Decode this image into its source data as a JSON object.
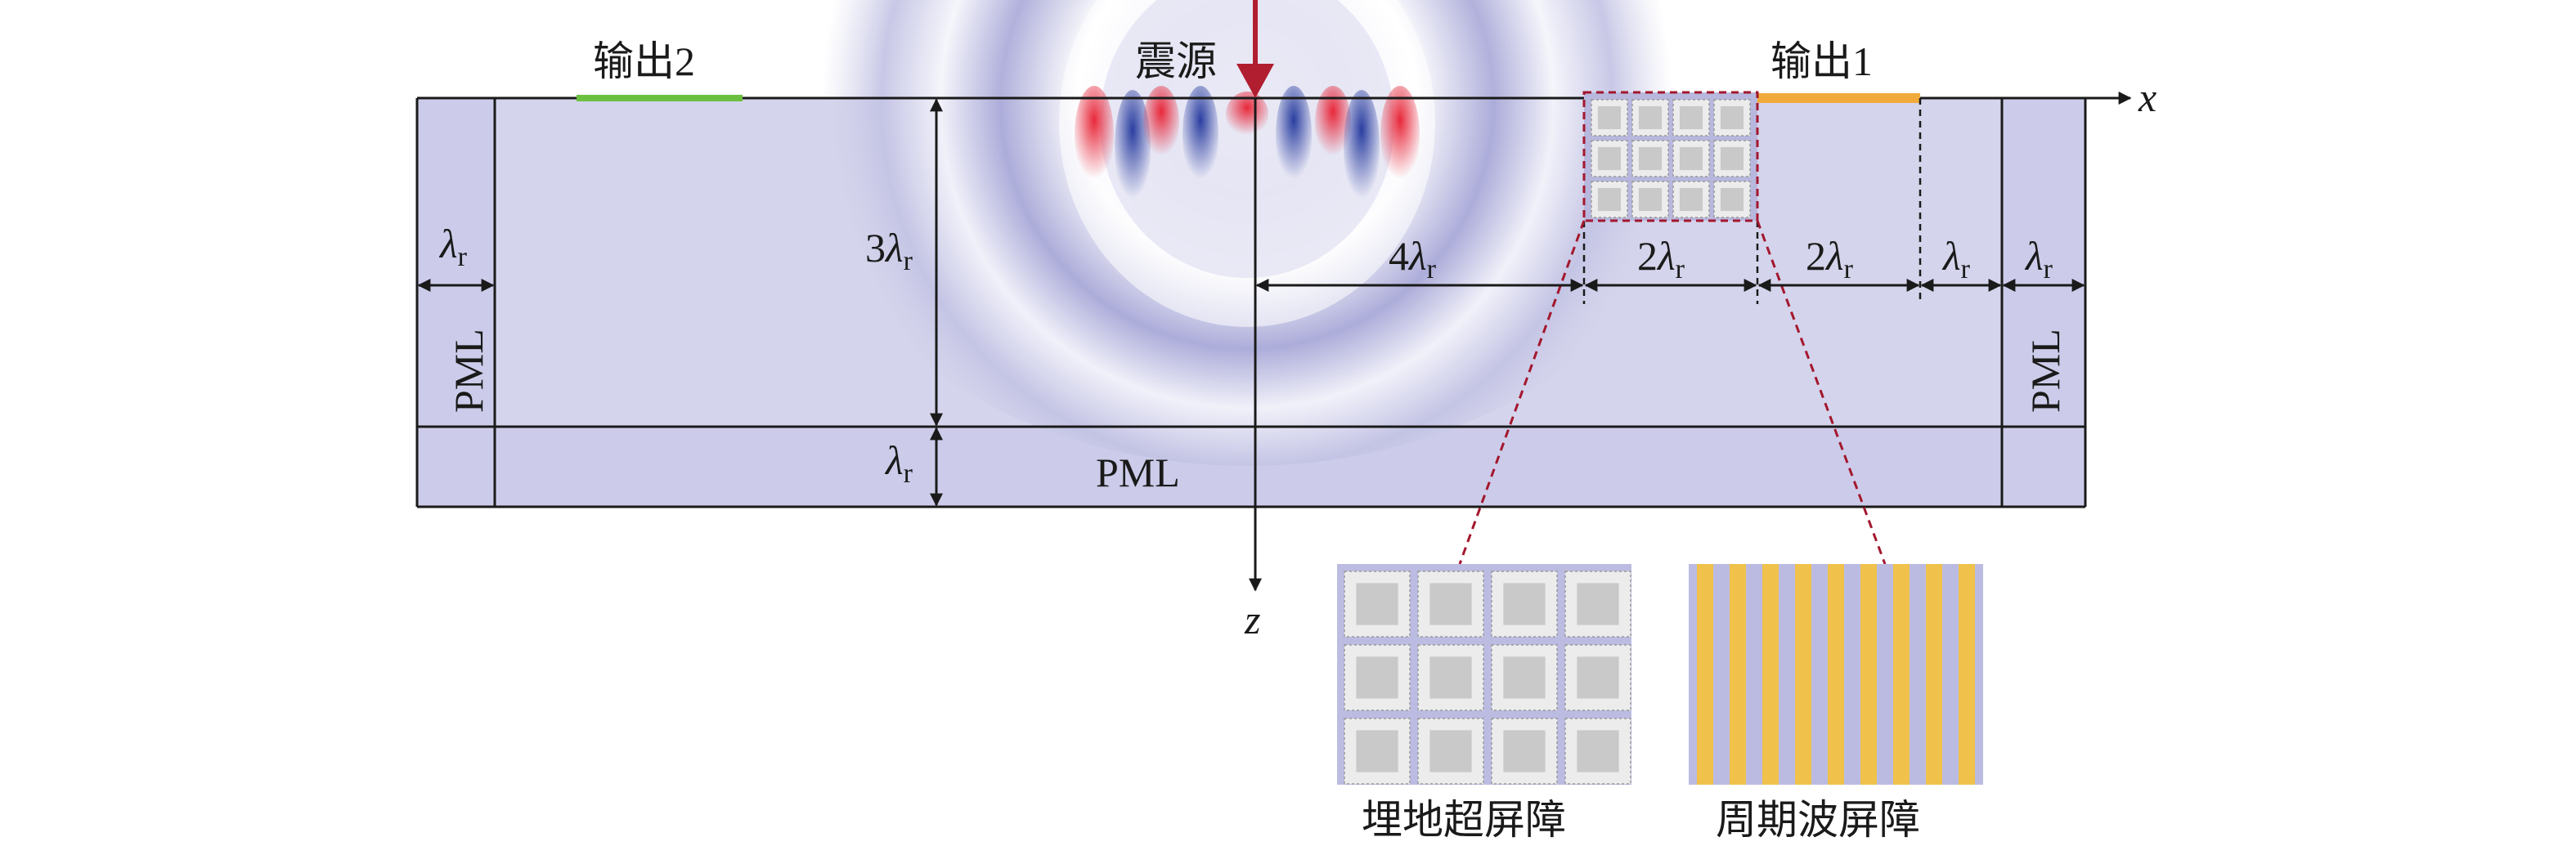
{
  "labels": {
    "source": "震源",
    "output1": "输出1",
    "output2": "输出2",
    "x_axis": "x",
    "z_axis": "z",
    "pml_left": "PML",
    "pml_right": "PML",
    "pml_bottom": "PML",
    "metabarrier": "埋地超屏障",
    "periodic_barrier": "周期波屏障"
  },
  "dimensions": {
    "depth": "3λr",
    "pml_bottom": "λr",
    "pml_left": "λr",
    "source_to_barrier": "4λr",
    "barrier_width": "2λr",
    "barrier_to_output": "2λr",
    "output_to_pml": "λr",
    "pml_right": "λr"
  },
  "colors": {
    "domain": "#d4d4ec",
    "pml": "#ccccea",
    "output1": "#f2a93b",
    "output2": "#6bbf3f",
    "source_arrow": "#b01e2f",
    "zoom_lines": "#a3172d",
    "cell_gray": "#c9c9c9",
    "stripe_yellow": "#f0c24c",
    "stripe_purple": "#bbbbe2",
    "wave_red": "#e8283a",
    "wave_blue": "#2a3ea0"
  }
}
